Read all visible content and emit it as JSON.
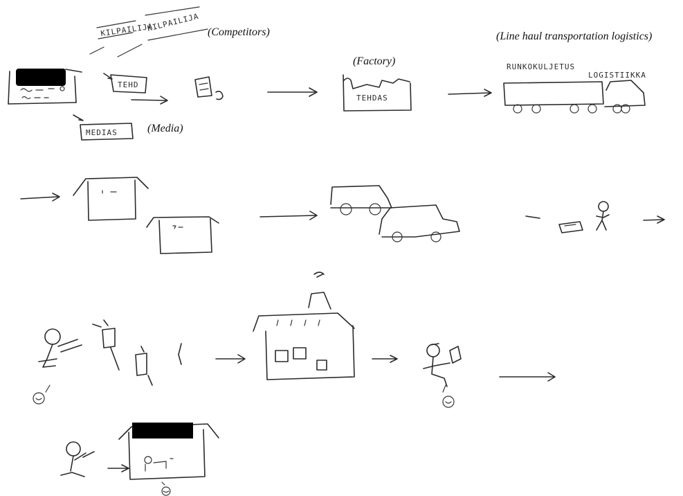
{
  "captions": {
    "competitors": "(Competitors)",
    "factory": "(Factory)",
    "line_haul": "(Line haul transportation logistics)",
    "media": "(Media)"
  },
  "handwritten": {
    "competitor_1": "KILPAILIJA",
    "competitor_2": "KILPAILIJA",
    "media": "MEDIAS",
    "factory": "TEHDAS",
    "truck_1": "RUNKOKULJETUS",
    "truck_2": "LOGISTIIKKA"
  }
}
